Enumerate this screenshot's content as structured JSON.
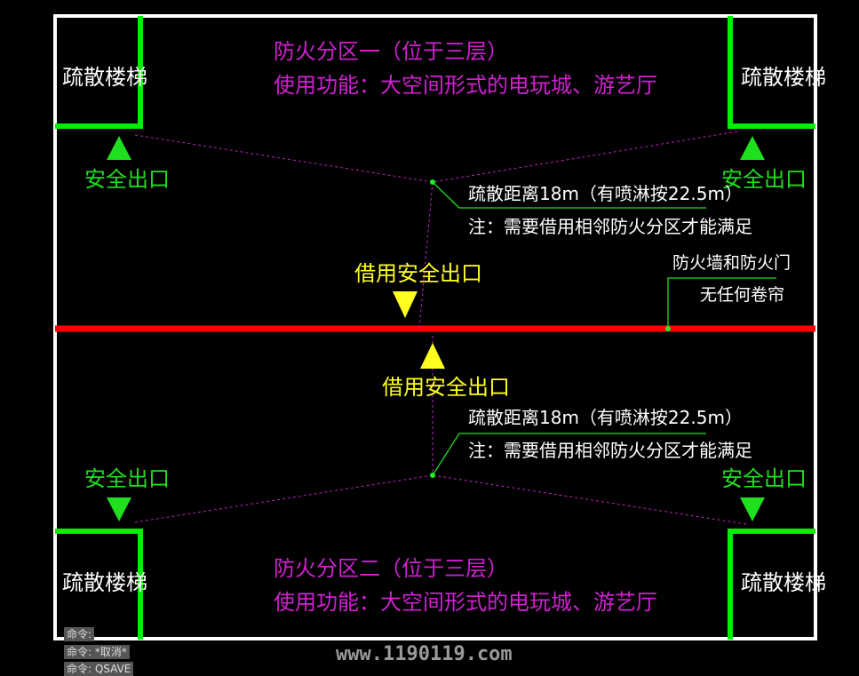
{
  "drawing": {
    "stairs_label": "疏散楼梯",
    "zone1_title": "防火分区一（位于三层）",
    "zone1_use": "使用功能：大空间形式的电玩城、游艺厅",
    "zone2_title": "防火分区二（位于三层）",
    "zone2_use": "使用功能：大空间形式的电玩城、游艺厅",
    "exit_label": "安全出口",
    "borrowed_exit_label": "借用安全出口",
    "distance_note": "疏散距离18m（有喷淋按22.5m）",
    "borrow_note": "注：需要借用相邻防火分区才能满足",
    "firewall_label_1": "防火墙和防火门",
    "firewall_label_2": "无任何卷帘",
    "watermark": "www.1190119.com"
  },
  "command_line": [
    "命令:",
    "命令: *取消*",
    "命令: QSAVE"
  ],
  "colors": {
    "wall": "#00ff00",
    "firewall": "#ff0000",
    "text_zone": "#d020d0",
    "exit": "#1ee01e",
    "borrowed": "#ffff20"
  }
}
